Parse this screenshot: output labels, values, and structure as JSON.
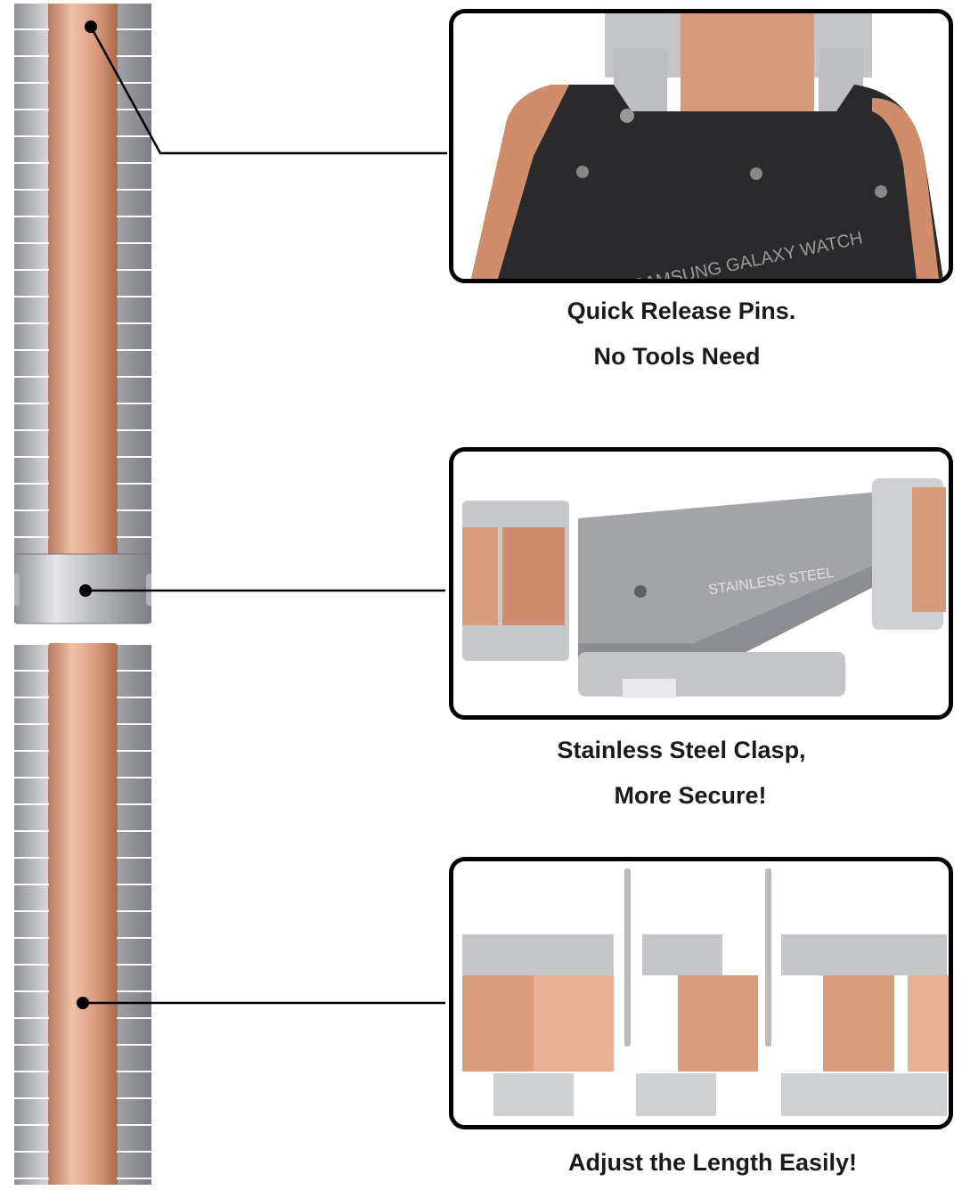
{
  "features": [
    {
      "line1": "Quick Release Pins.",
      "line2": "No Tools Need"
    },
    {
      "line1": "Stainless Steel Clasp,",
      "line2": "More Secure!"
    },
    {
      "line1": "Adjust the Length Easily!",
      "line2": ""
    }
  ],
  "watch_engraving": "SAMSUNG GALAXY WATCH",
  "clasp_engraving": "STAINLESS STEEL",
  "colors": {
    "rose_gold": "#d89c7e",
    "rose_gold_dark": "#b87558",
    "silver": "#c9cacc",
    "silver_dark": "#8e9094",
    "outline": "#000000"
  }
}
